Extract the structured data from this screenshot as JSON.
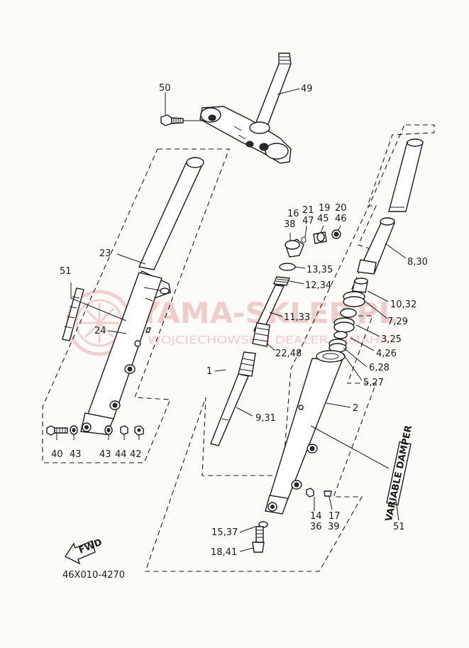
{
  "callouts": {
    "c50": "50",
    "c49": "49",
    "c23": "23",
    "c51a": "51",
    "c24": "24",
    "c40": "40",
    "c43a": "43",
    "c43b": "43",
    "c44": "44",
    "c42": "42",
    "c21": "21",
    "c19": "19",
    "c20": "20",
    "c16": "16",
    "c38": "38",
    "c47": "47",
    "c45": "45",
    "c46": "46",
    "c1335": "13,35",
    "c1234": "12,34",
    "c1133": "11,33",
    "c2248": "22,48",
    "c1": "1",
    "c931": "9,31",
    "c830": "8,30",
    "c1032": "10,32",
    "c729": "7,29",
    "c325": "3,25",
    "c426": "4,26",
    "c628": "6,28",
    "c527": "5,27",
    "c2": "2",
    "c14": "14",
    "c36": "36",
    "c17": "17",
    "c39": "39",
    "c1537": "15,37",
    "c1841": "18,41",
    "c51b": "51"
  },
  "tag_text": "VARIABLE DAMPER",
  "fwd_label": "FWD",
  "diagram_code": "46X010-4270",
  "watermark": {
    "main": "YAMA-SKLEP.PL",
    "sub": "WOJCIECHOWSKI | DEALER YAMAHA",
    "color": "#e7a8a8"
  }
}
